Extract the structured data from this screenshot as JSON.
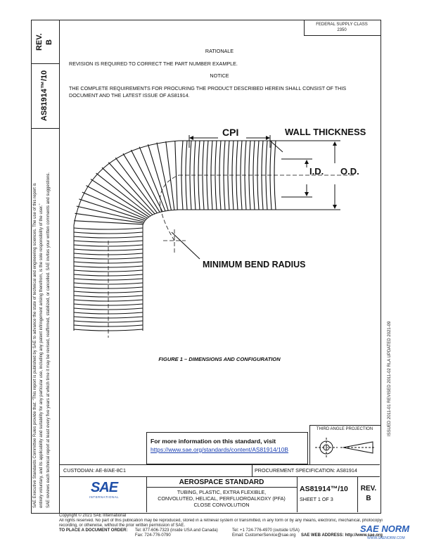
{
  "doc": {
    "rev_label": "REV.",
    "rev_value": "B",
    "doc_number_side": "AS81914™/10",
    "header_right_line1": "FEDERAL SUPPLY CLASS",
    "header_right_line2": "2350",
    "rationale_heading": "RATIONALE",
    "rationale_text": "REVISION IS REQUIRED TO CORRECT THE PART NUMBER EXAMPLE.",
    "notice_heading": "NOTICE",
    "notice_line1": "THE COMPLETE REQUIREMENTS FOR PROCURING THE PRODUCT DESCRIBED HEREIN SHALL CONSIST OF THIS",
    "notice_line2": "DOCUMENT AND THE LATEST ISSUE OF AS81914.",
    "figure_caption": "FIGURE 1 – DIMENSIONS AND CONFIGURATION",
    "info_line1": "For more information on this standard, visit",
    "info_link": "https://www.sae.org/standards/content/AS81914/10B",
    "third_angle": "THIRD ANGLE PROJECTION",
    "custodian": "CUSTODIAN: AE-8/AE-8C1",
    "procurement": "PROCUREMENT SPECIFICATION: AS81914",
    "aerospace_standard": "AEROSPACE STANDARD",
    "title_line1": "TUBING, PLASTIC, EXTRA FLEXIBLE,",
    "title_line2": "CONVOLUTED, HELICAL, PERFLUOROALKOXY (PFA)",
    "title_line3": "CLOSE CONVOLUTION",
    "doc_number_box": "AS81914™/10",
    "sheet": "SHEET 1 OF 3",
    "box_rev_label": "REV.",
    "box_rev_value": "B",
    "dates": "ISSUED 2011-01     REVISED 2011-02     RLA     UPDATED 2021-09",
    "copyright1": "Copyright © 2021 SAE International",
    "copyright2": "All rights reserved. No part of this publication may be reproduced, stored in a retrieval system or transmitted, in any form or by any means, electronic, mechanical, photocopying,",
    "copyright3": "recording, or otherwise, without the prior written permission of SAE.",
    "order_label": "TO PLACE A DOCUMENT ORDER:",
    "order_tel": "Tel: 877-606-7323 (inside USA and Canada)",
    "order_tel2": "Tel: +1 724-776-4970 (outside USA)",
    "order_fax": "Fax: 724-776-0790",
    "order_email": "Email: CustomerService@sae.org",
    "web_label": "SAE WEB ADDRESS: http://www.sae.org",
    "sae_logo": "SAE",
    "sae_logo_sub": "INTERNATIONAL",
    "watermark": "SAE NORM",
    "watermark_sub": "WWW.SAENORM.COM",
    "side_legal1": "SAE Executive Standards Committee Rules provide that: “This report is published by SAE to advance the state of technical and engineering sciences. The use of this report is",
    "side_legal2": "entirely voluntary, and its applicability and suitability for any particular use, including any patent infringement arising therefrom, is the sole responsibility of the user.”",
    "side_legal3": "SAE reviews each technical report at least every five years at which time it may be revised, reaffirmed, stabilized, or cancelled. SAE invites your written comments and suggestions."
  },
  "figure": {
    "label_cpi": "CPI",
    "label_wall": "WALL THICKNESS",
    "label_id": "I.D.",
    "label_od": "O.D.",
    "label_bend": "MINIMUM BEND RADIUS"
  }
}
